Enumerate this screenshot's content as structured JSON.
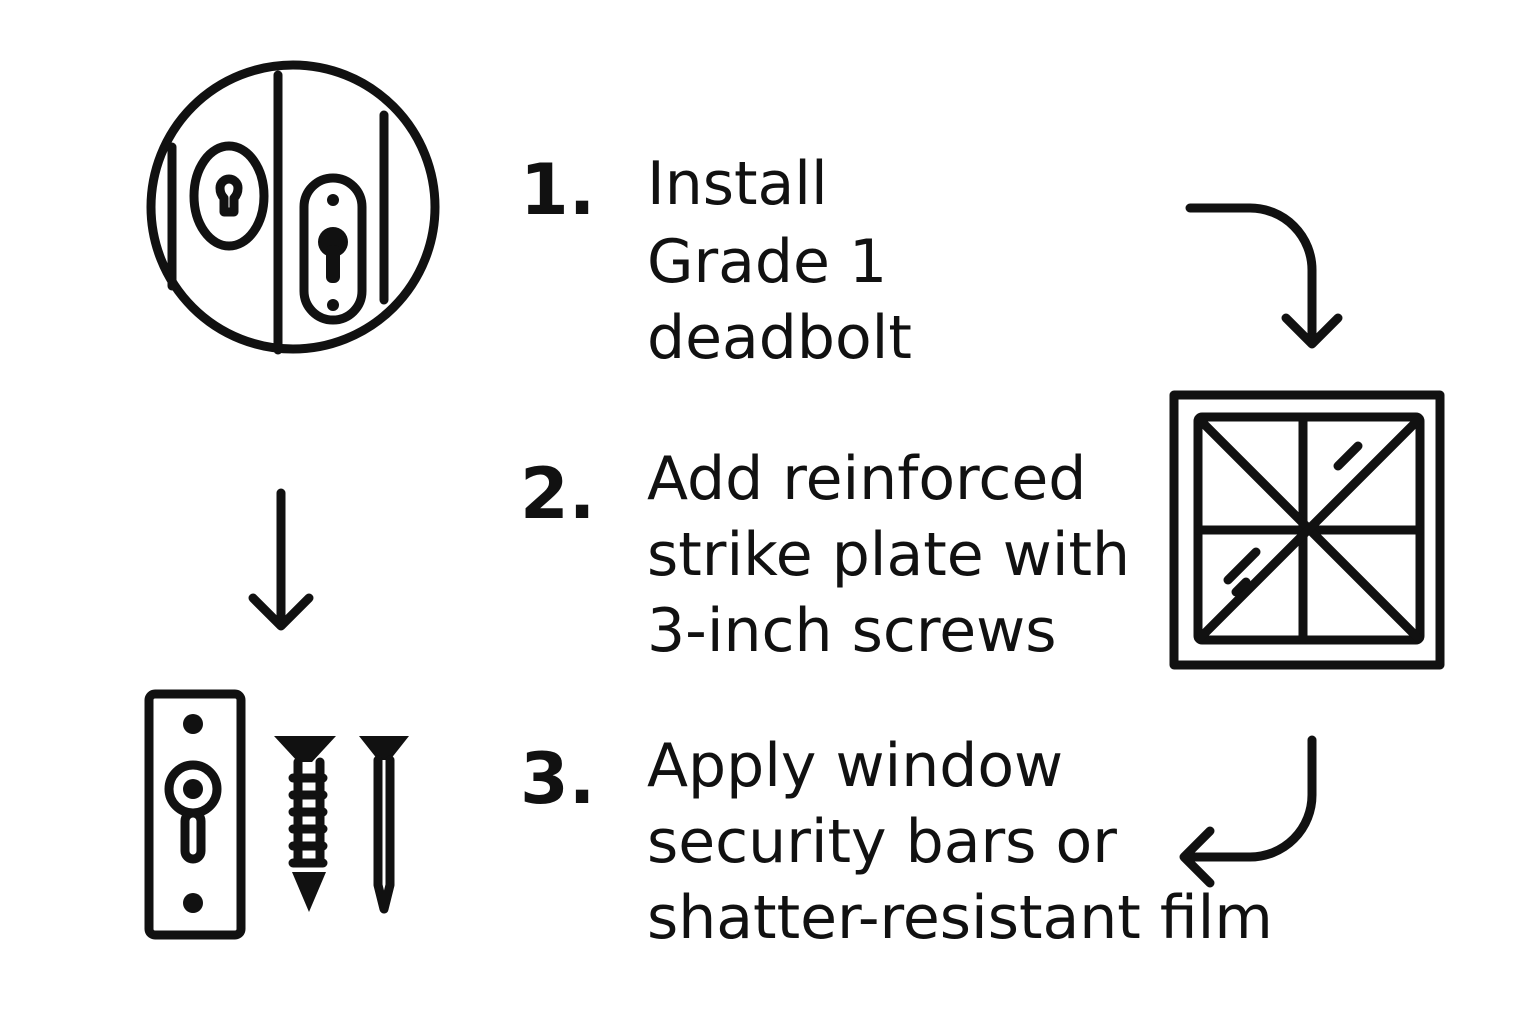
{
  "colors": {
    "ink": "#111111",
    "background": "#ffffff"
  },
  "steps": [
    {
      "number": "1.",
      "lines": [
        "Install",
        "Grade 1",
        "deadbolt"
      ],
      "icon": "deadbolt-door-icon"
    },
    {
      "number": "2.",
      "lines": [
        "Add reinforced",
        "strike plate with",
        "3-inch screws"
      ],
      "icon": "strike-plate-screws-icon"
    },
    {
      "number": "3.",
      "lines": [
        "Apply window",
        "security bars or",
        "shatter-resistant film"
      ],
      "icon": "window-icon"
    }
  ]
}
